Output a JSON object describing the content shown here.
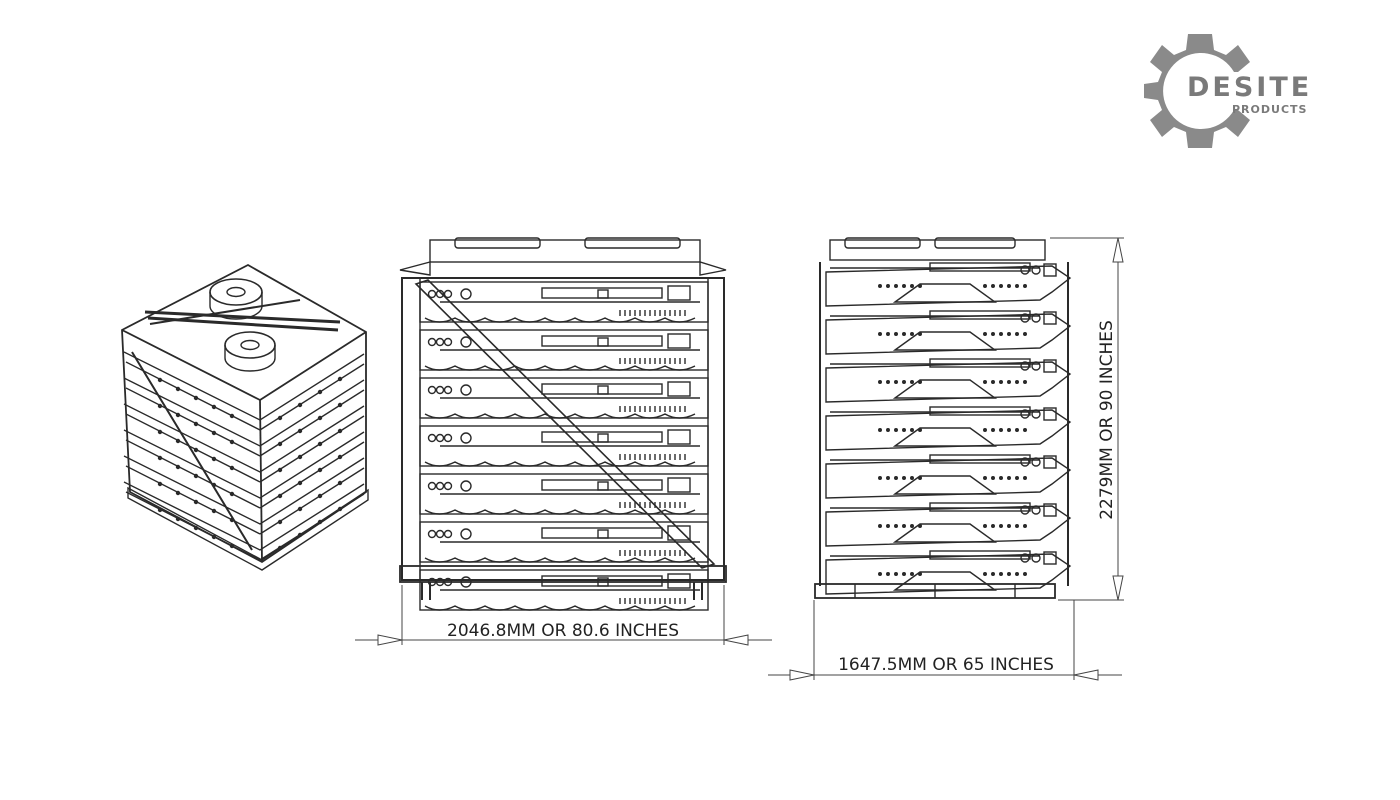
{
  "logo": {
    "brand": "DESITE",
    "sub": "PRODUCTS",
    "icon": "gear-icon",
    "color": "#8a8a8a"
  },
  "dimensions": {
    "front_width": "2046.8MM OR 80.6 INCHES",
    "side_width": "1647.5MM OR 65 INCHES",
    "height": "2279MM OR 90 INCHES"
  },
  "views": [
    {
      "name": "isometric-view"
    },
    {
      "name": "front-view"
    },
    {
      "name": "side-view"
    }
  ],
  "colors": {
    "line": "#2a2a2a",
    "dim": "#444444"
  },
  "tier_count": 7
}
